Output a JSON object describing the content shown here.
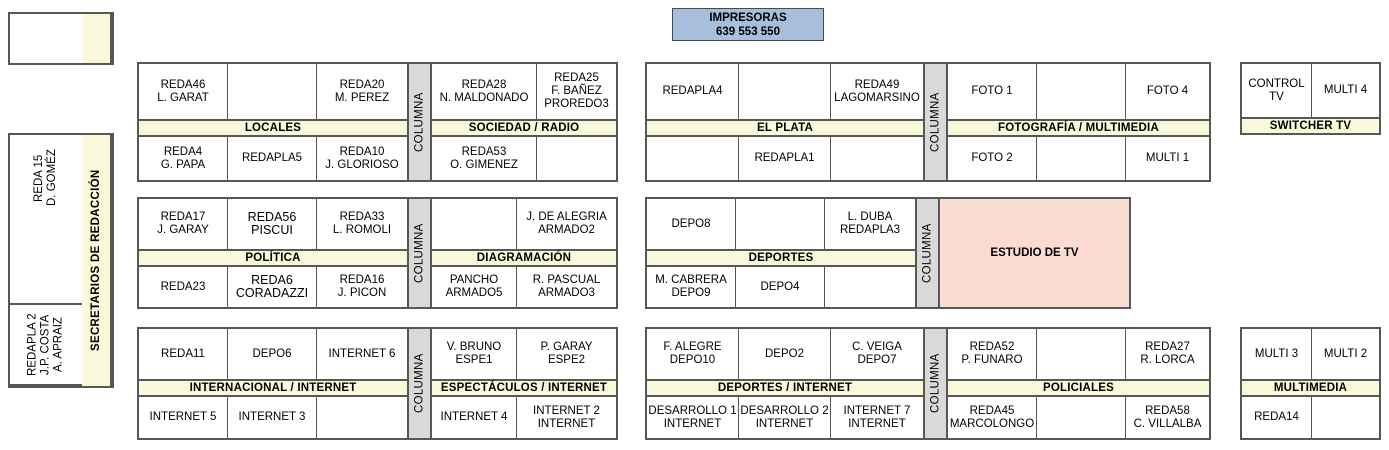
{
  "printers": {
    "title": "IMPRESORAS",
    "numbers": "639  553  550"
  },
  "colors": {
    "band": "#f9f9da",
    "columna": "#d9d9d9",
    "studio": "#fbdcd2",
    "printers": "#a7bedd",
    "border": "#575757"
  },
  "sidebar": {
    "top_box": {
      "cell": ""
    },
    "strip_label": "SECRETARIOS DE REDACCIÓN",
    "cells": [
      "REDA 15\nD. GOMÉZ",
      "",
      "REDAPLA 2\nJ.P. COSTA\nA. APRAIZ"
    ]
  },
  "columna_label": "COLUMNA",
  "blocks": [
    {
      "id": "locales-sociedad",
      "left": {
        "band": "LOCALES",
        "top": [
          "REDA46\nL. GARAT",
          "",
          "REDA20\nM. PEREZ"
        ],
        "bottom": [
          "REDA4\nG. PAPA",
          "REDAPLA5",
          "REDA10\nJ. GLORIOSO"
        ]
      },
      "right": {
        "band": "SOCIEDAD / RADIO",
        "top": [
          "REDA28\nN. MALDONADO",
          "REDA25\nF. BAÑEZ\nPROREDO3"
        ],
        "bottom": [
          "REDA53\nO. GIMENEZ",
          ""
        ]
      }
    },
    {
      "id": "elplata-fotografia",
      "left": {
        "band": "EL PLATA",
        "top": [
          "REDAPLA4",
          "",
          "REDA49\nLAGOMARSINO"
        ],
        "bottom": [
          "",
          "REDAPLA1",
          ""
        ]
      },
      "right": {
        "band": "FOTOGRAFÍA / MULTIMEDIA",
        "top": [
          "FOTO 1",
          "",
          "FOTO 4"
        ],
        "bottom": [
          "FOTO 2",
          "",
          "MULTI 1"
        ]
      }
    },
    {
      "id": "switcher-tv",
      "cells": [
        "CONTROL TV",
        "MULTI 4"
      ],
      "band": "SWITCHER TV"
    },
    {
      "id": "politica-diagramacion",
      "left": {
        "band": "POLÍTICA",
        "top": [
          "REDA17\nJ. GARAY",
          "REDA56\nPISCUI",
          "REDA33\nL. ROMOLI"
        ],
        "bottom": [
          "REDA23",
          "REDA6\nCORADAZZI",
          "REDA16\nJ. PICON"
        ]
      },
      "right": {
        "band": "DIAGRAMACIÓN",
        "top": [
          "",
          "J. DE ALEGRIA\nARMADO2"
        ],
        "bottom": [
          "PANCHO\nARMADO5",
          "R. PASCUAL\nARMADO3"
        ]
      }
    },
    {
      "id": "deportes-estudio",
      "left": {
        "band": "DEPORTES",
        "top": [
          "DEPO8",
          "",
          "L. DUBA\nREDAPLA3"
        ],
        "bottom": [
          "M. CABRERA\nDEPO9",
          "DEPO4",
          ""
        ]
      },
      "right": {
        "label": "ESTUDIO DE TV"
      }
    },
    {
      "id": "internacional-espectaculos",
      "left": {
        "band": "INTERNACIONAL / INTERNET",
        "top": [
          "REDA11",
          "DEPO6",
          "INTERNET 6"
        ],
        "bottom": [
          "INTERNET 5",
          "INTERNET 3",
          ""
        ]
      },
      "right": {
        "band": "ESPECTÁCULOS / INTERNET",
        "top": [
          "V. BRUNO\nESPE1",
          "P. GARAY\nESPE2"
        ],
        "bottom": [
          "INTERNET 4",
          "INTERNET 2\nINTERNET"
        ]
      }
    },
    {
      "id": "deportes-policiales",
      "left": {
        "band": "DEPORTES / INTERNET",
        "top": [
          "F. ALEGRE\nDEPO10",
          "DEPO2",
          "C. VEIGA\nDEPO7"
        ],
        "bottom": [
          "DESARROLLO 1\nINTERNET",
          "DESARROLLO 2\nINTERNET",
          "INTERNET 7\nINTERNET"
        ]
      },
      "right": {
        "band": "POLICIALES",
        "top": [
          "REDA52\nP. FUNARO",
          "",
          "REDA27\nR. LORCA"
        ],
        "bottom": [
          "REDA45\nMARCOLONGO",
          "",
          "REDA58\nC. VILLALBA"
        ]
      }
    },
    {
      "id": "multimedia",
      "cells_top": [
        "MULTI 3",
        "MULTI 2"
      ],
      "band": "MULTIMEDIA",
      "cells_bottom": [
        "REDA14",
        ""
      ]
    }
  ]
}
